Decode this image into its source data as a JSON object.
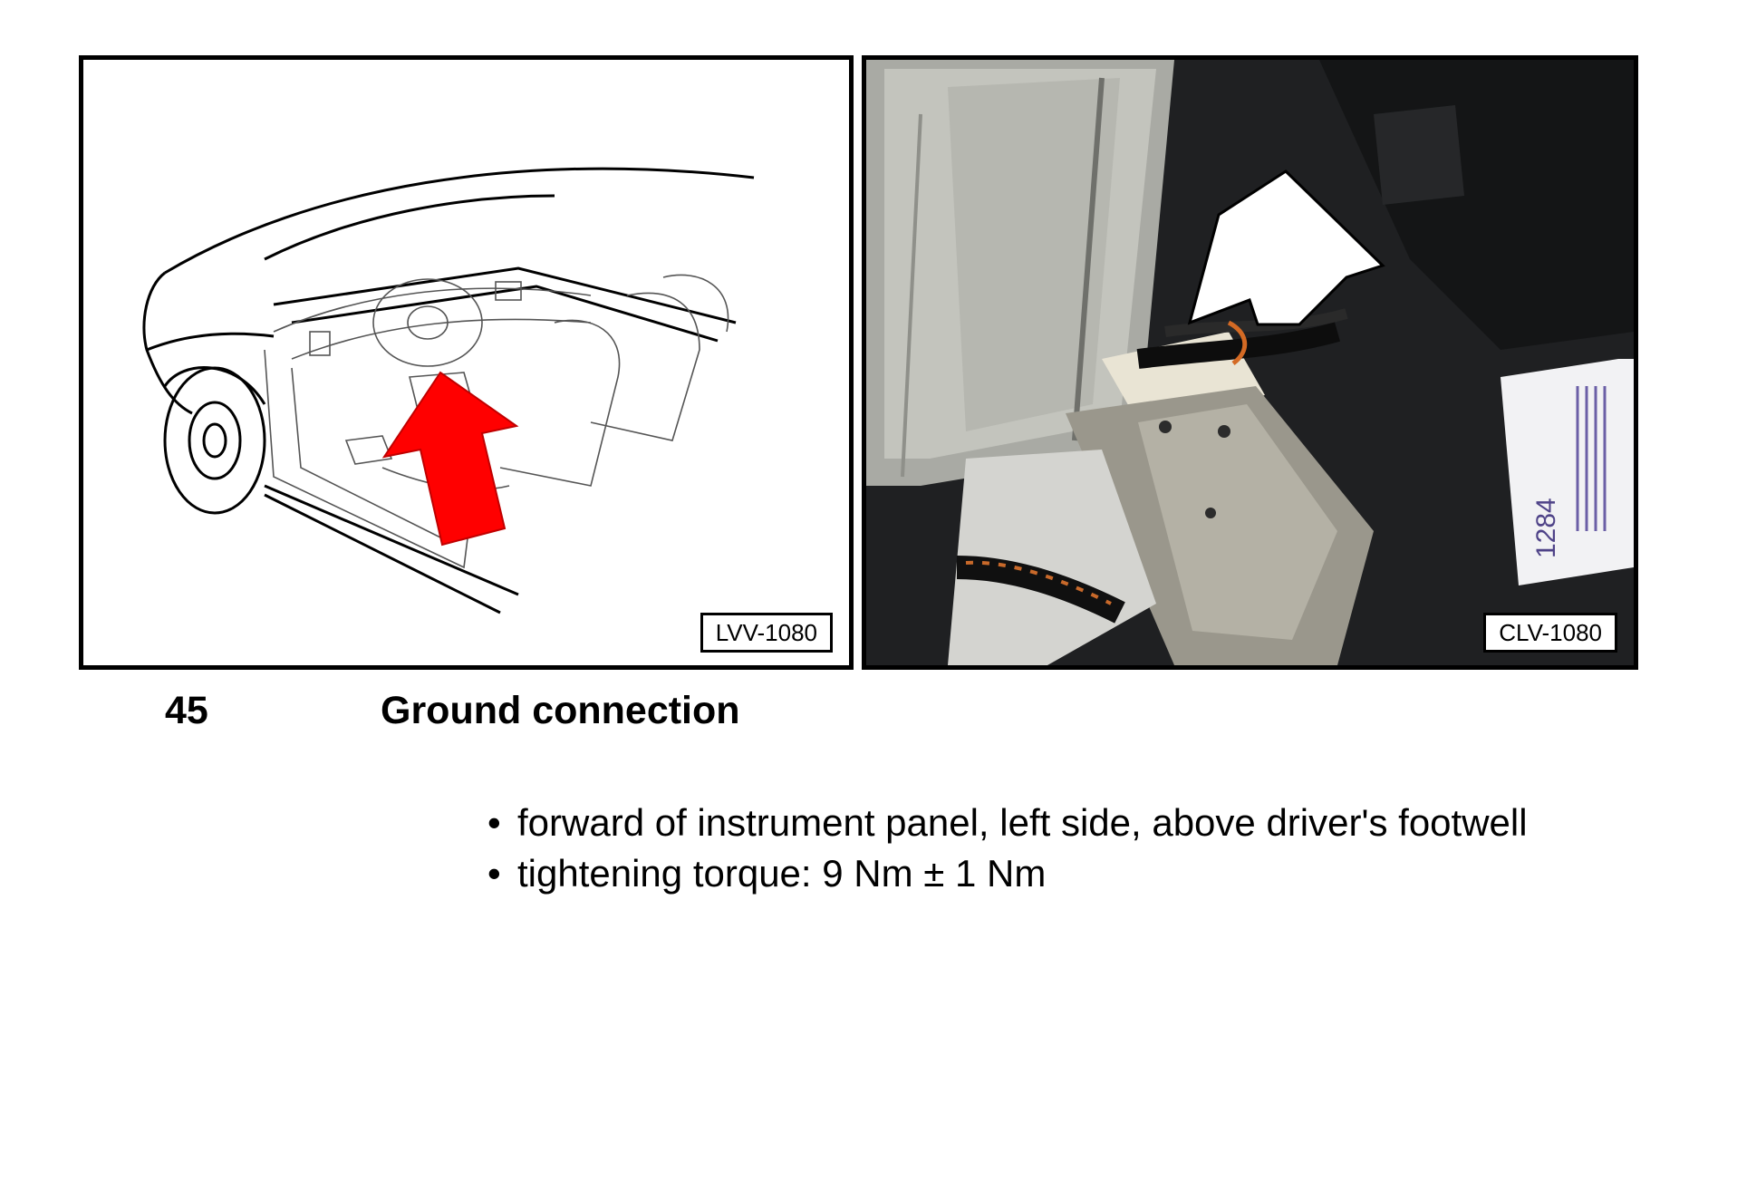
{
  "figures": {
    "left": {
      "label": "LVV-1080",
      "arrow_color": "#ff0000"
    },
    "right": {
      "label": "CLV-1080",
      "arrow_color": "#ffffff",
      "sticker_text": "1284"
    }
  },
  "item": {
    "number": "45",
    "title": "Ground connection"
  },
  "notes": [
    "forward of instrument panel, left side, above driver's footwell",
    "tightening torque: 9 Nm ± 1 Nm"
  ]
}
